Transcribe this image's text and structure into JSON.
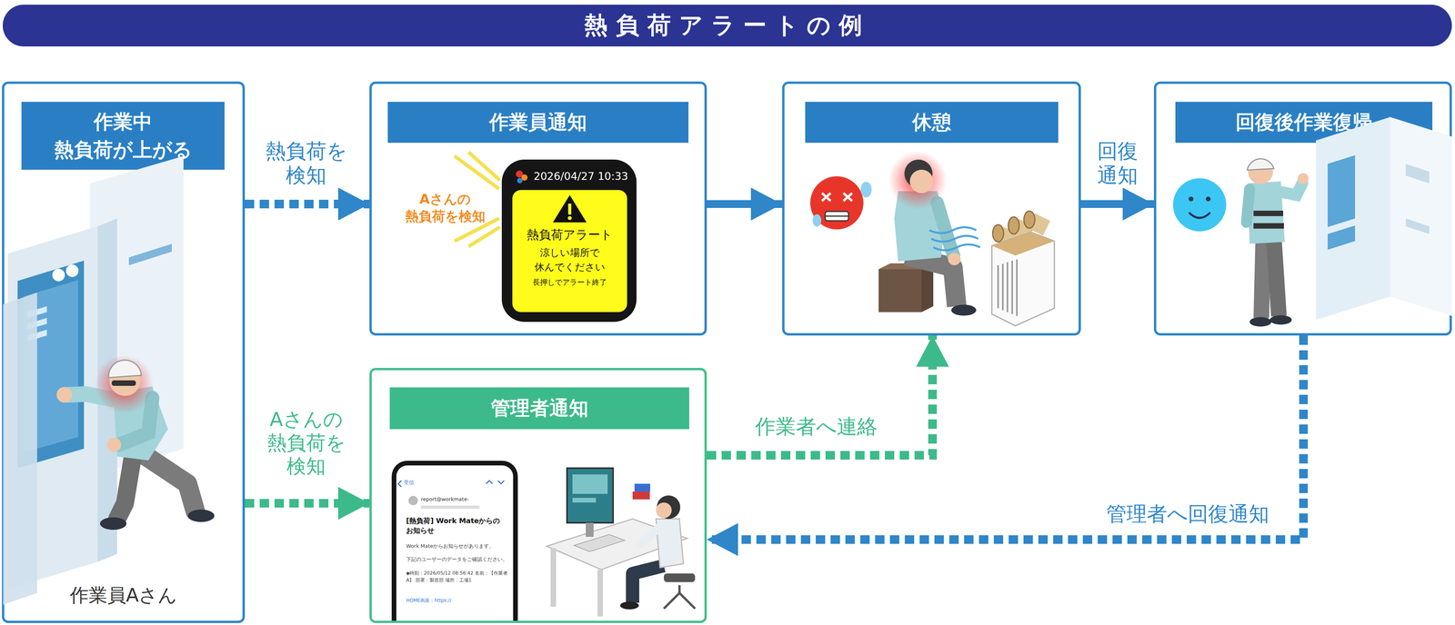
{
  "diagram": {
    "title": "熱負荷アラートの例",
    "nodes": [
      {
        "text": [
          "作業中 熱負荷が上がる",
          "作業員Aさん"
        ]
      },
      {
        "text": [
          "作業員通知"
        ]
      },
      {
        "text": [
          "2026/04/27 10:33"
        ],
        "in": 1
      },
      {
        "text": [
          "熱負荷アラート",
          "涼しい場所で 休んでください",
          "長押しでアラート終了"
        ],
        "in": 2
      },
      {
        "text": [
          "休憩"
        ]
      },
      {
        "text": [
          "回復後作業復帰"
        ]
      },
      {
        "text": [
          "管理者通知"
        ]
      },
      {
        "text": [
          "受信",
          "report@workmate-",
          "[熱負荷] Work Mateからの お知らせ",
          "Work Mateからお知らせがあります。",
          "下記のユーザーのデータをご確認ください。",
          "◆時刻：2026/05/12 08:56:42 名前：【作業者A】 部署：製造部 場所：工場1",
          "HOME画面：https://"
        ],
        "in": 6
      }
    ],
    "edges": [
      {
        "from": 0,
        "to": 1,
        "arrow": "to",
        "label": "熱負荷を 検知"
      },
      {
        "from": 1,
        "to": 4,
        "arrow": "to"
      },
      {
        "from": 4,
        "to": 5,
        "arrow": "to",
        "label": "回復 通知"
      },
      {
        "from": 0,
        "to": 6,
        "arrow": "to",
        "label": "Aさんの 熱負荷を 検知"
      },
      {
        "from": 6,
        "to": 4,
        "arrow": "to",
        "label": "作業者へ連絡"
      },
      {
        "from": 5,
        "to": 6,
        "arrow": "to",
        "label": "管理者へ回復通知"
      }
    ],
    "labels": [
      "Aさんの 熱負荷を検知"
    ]
  }
}
